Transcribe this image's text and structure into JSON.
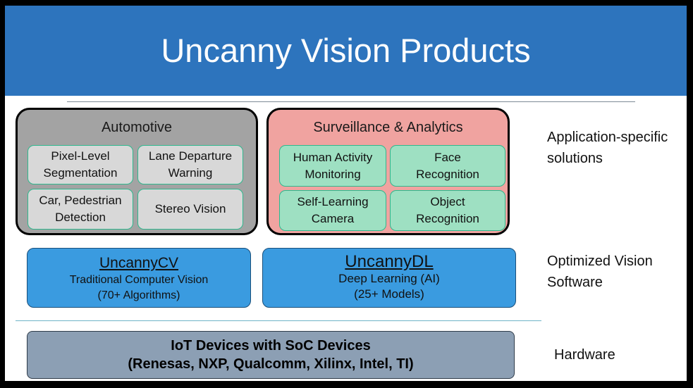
{
  "title": "Uncanny Vision Products",
  "application": {
    "automotive": {
      "title": "Automotive",
      "tiles": [
        [
          "Pixel-Level",
          "Segmentation"
        ],
        [
          "Lane Departure",
          "Warning"
        ],
        [
          "Car, Pedestrian",
          "Detection"
        ],
        [
          "Stereo Vision"
        ]
      ]
    },
    "surveillance": {
      "title": "Surveillance & Analytics",
      "tiles": [
        [
          "Human Activity",
          "Monitoring"
        ],
        [
          "Face",
          "Recognition"
        ],
        [
          "Self-Learning",
          "Camera"
        ],
        [
          "Object",
          "Recognition"
        ]
      ]
    }
  },
  "software": {
    "cv": {
      "name": "UncannyCV",
      "line1": "Traditional Computer Vision",
      "line2": "(70+ Algorithms)"
    },
    "dl": {
      "name": "UncannyDL",
      "line1": "Deep Learning (AI)",
      "line2": "(25+ Models)"
    }
  },
  "hardware": {
    "line1": "IoT Devices with SoC Devices",
    "line2": "(Renesas, NXP, Qualcomm, Xilinx, Intel, TI)"
  },
  "side_labels": {
    "application": [
      "Application-specific",
      "solutions"
    ],
    "software": [
      "Optimized Vision",
      "Software"
    ],
    "hardware": "Hardware"
  },
  "colors": {
    "header": "#2d74bd",
    "automotive_bg": "#a3a3a3",
    "surveillance_bg": "#f0a3a0",
    "tile_gray": "#d8d8d8",
    "tile_green": "#9ee0c2",
    "software_blue": "#3a9be0",
    "hardware_bg": "#8c9fb4"
  }
}
